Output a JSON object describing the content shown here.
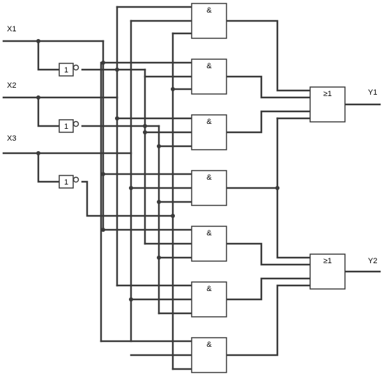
{
  "inputs": {
    "x1": "X1",
    "x2": "X2",
    "x3": "X3"
  },
  "outputs": {
    "y1": "Y1",
    "y2": "Y2"
  },
  "gates": {
    "not_symbol": "1",
    "and_symbol": "&",
    "or_symbol": "≥1"
  }
}
